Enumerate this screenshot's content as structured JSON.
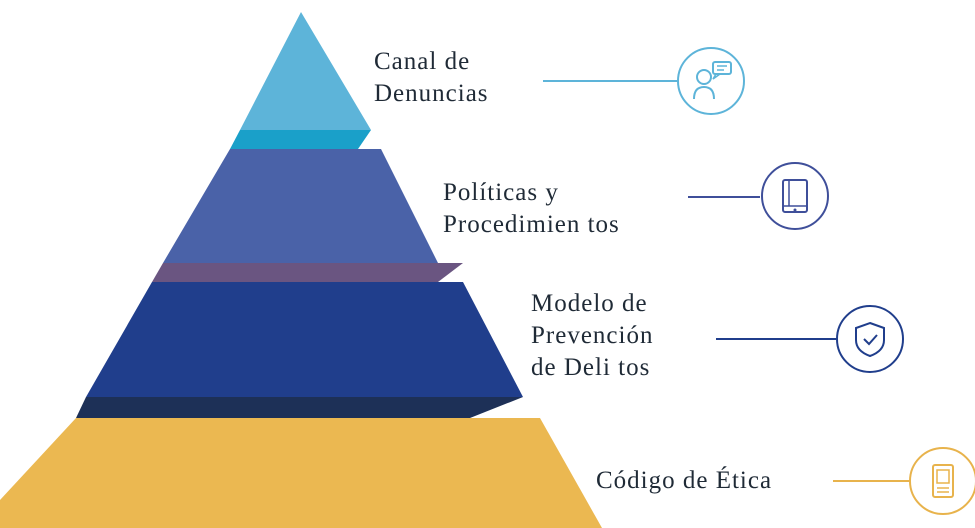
{
  "tiers": [
    {
      "id": "canal",
      "lines": [
        "Canal de",
        "Denuncias"
      ],
      "icon": "speech-bubble-person-icon",
      "color": "#5db4d9",
      "ledge_color": "#1aa0c9",
      "accent": "#5db4d9"
    },
    {
      "id": "politicas",
      "lines": [
        "Políticas y",
        "Procedimien tos"
      ],
      "icon": "book-icon",
      "color": "#4a62a8",
      "ledge_color": "#6a5581",
      "accent": "#3f4f9a"
    },
    {
      "id": "modelo",
      "lines": [
        "Modelo de",
        "Prevención",
        "de Deli tos"
      ],
      "icon": "shield-check-icon",
      "color": "#203e8c",
      "ledge_color": "#1d3057",
      "accent": "#203e8c"
    },
    {
      "id": "codigo",
      "lines": [
        "Código de Ética"
      ],
      "icon": "scroll-document-icon",
      "color": "#ebb851",
      "ledge_color": null,
      "accent": "#e8b34c"
    }
  ]
}
